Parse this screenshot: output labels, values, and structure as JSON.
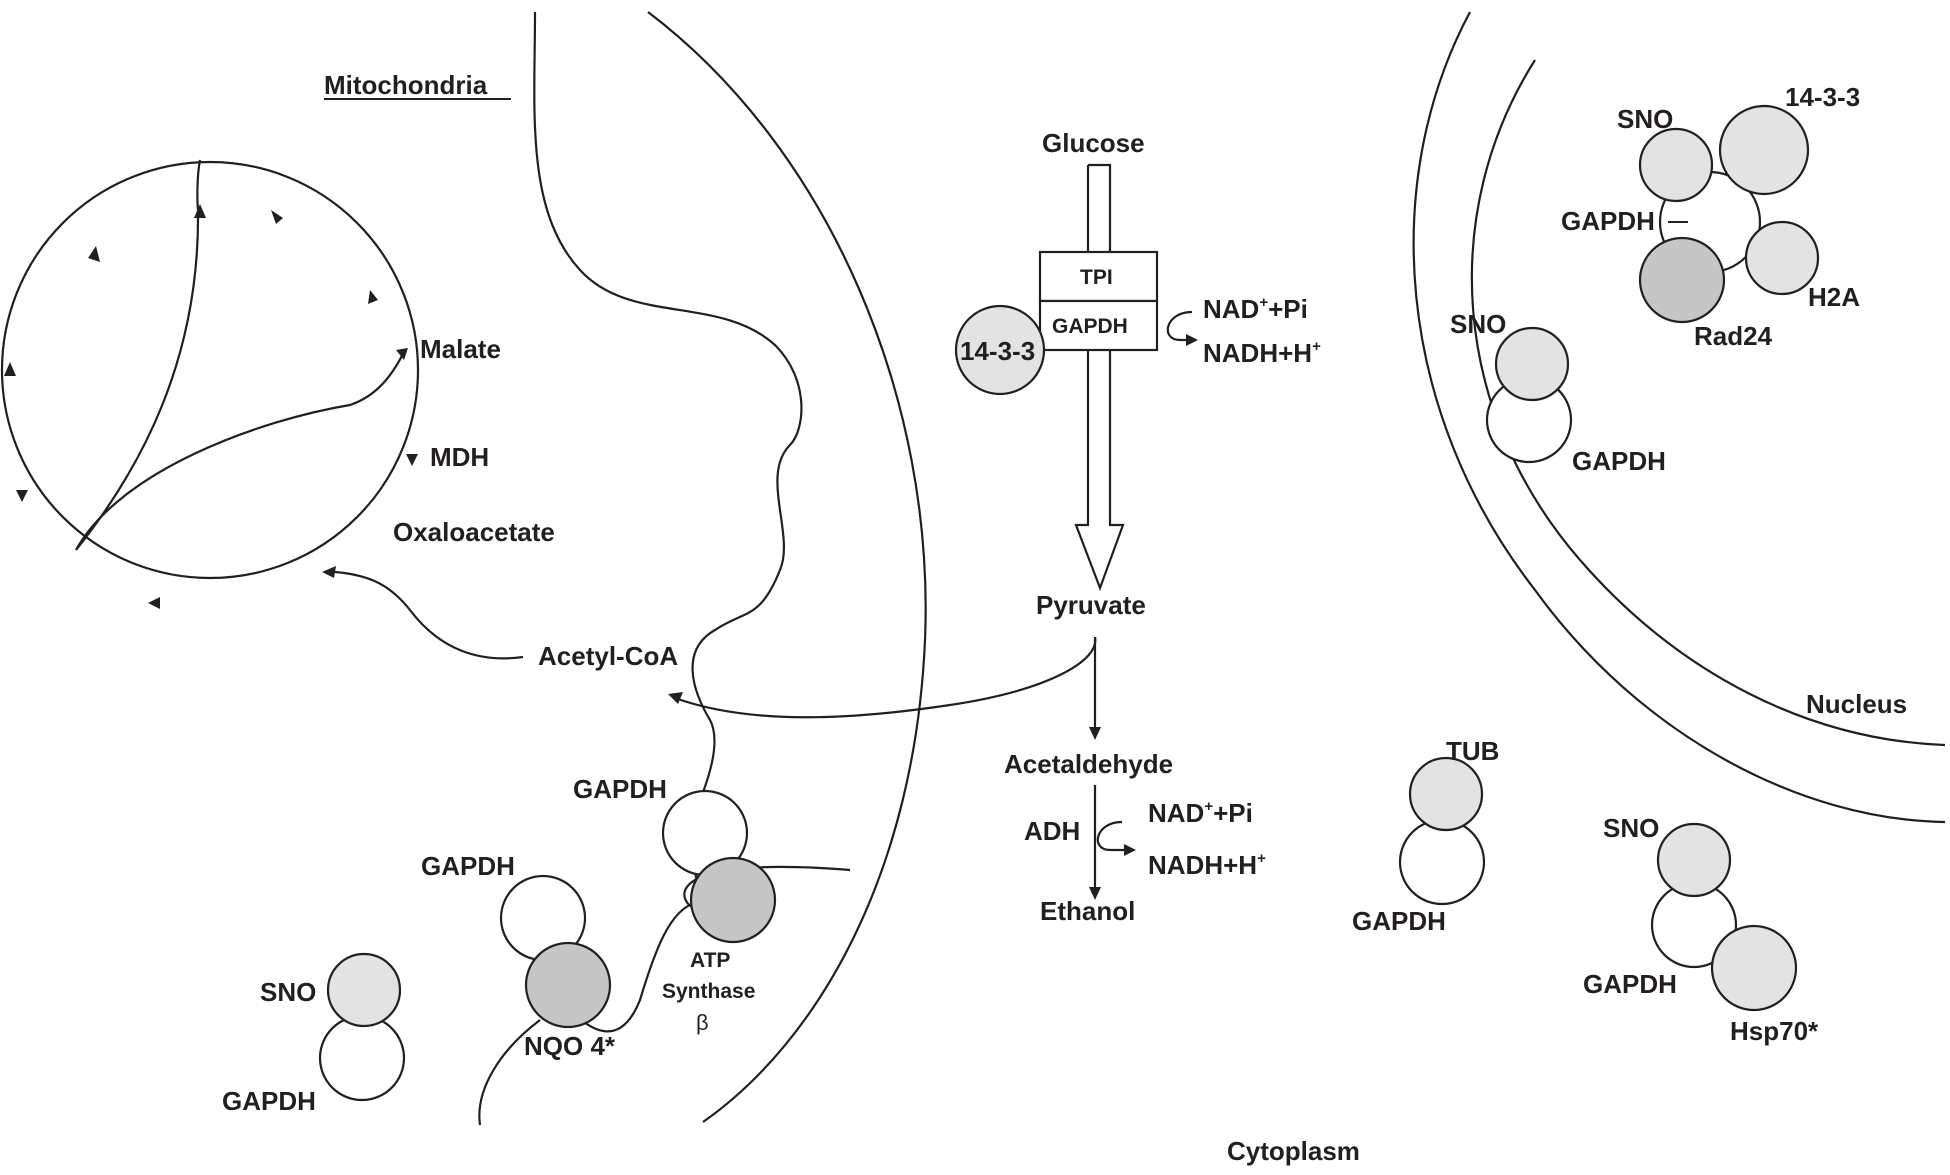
{
  "compartments": {
    "mitochondria": "Mitochondria",
    "nucleus": "Nucleus",
    "cytoplasm": "Cytoplasm"
  },
  "tca_cycle": {
    "malate": "Malate",
    "mdh": "MDH",
    "oxaloacetate": "Oxaloacetate",
    "acetyl_coa": "Acetyl-CoA"
  },
  "glycolysis": {
    "glucose": "Glucose",
    "tpi": "TPI",
    "gapdh": "GAPDH",
    "partner": "14-3-3",
    "nad_pi": "+Pi",
    "nad_base": "NAD",
    "nadh_base": "NADH+H",
    "plus": "+",
    "pyruvate": "Pyruvate",
    "acetaldehyde": "Acetaldehyde",
    "adh": "ADH",
    "ethanol": "Ethanol"
  },
  "complexes": {
    "mito_gapdh_1": "GAPDH",
    "mito_gapdh_2": "GAPDH",
    "nqo": "NQO 4*",
    "atp_synthase_1": "ATP",
    "atp_synthase_2": "Synthase",
    "atp_synthase_3": "β",
    "cyto_sno": "SNO",
    "cyto_gapdh": "GAPDH",
    "tub": "TUB",
    "tub_gapdh": "GAPDH",
    "hsp_sno": "SNO",
    "hsp_gapdh": "GAPDH",
    "hsp70": "Hsp70*",
    "nuc_sno": "SNO",
    "nuc_gapdh": "GAPDH",
    "nuc_complex_sno": "SNO",
    "nuc_complex_1433": "14-3-3",
    "nuc_complex_gapdh": "GAPDH",
    "nuc_complex_h2a": "H2A",
    "nuc_complex_rad24": "Rad24"
  },
  "colors": {
    "line": "#231f20",
    "protein_light": "#e3e3e3",
    "protein_dark": "#c6c6c6",
    "background": "#ffffff"
  }
}
